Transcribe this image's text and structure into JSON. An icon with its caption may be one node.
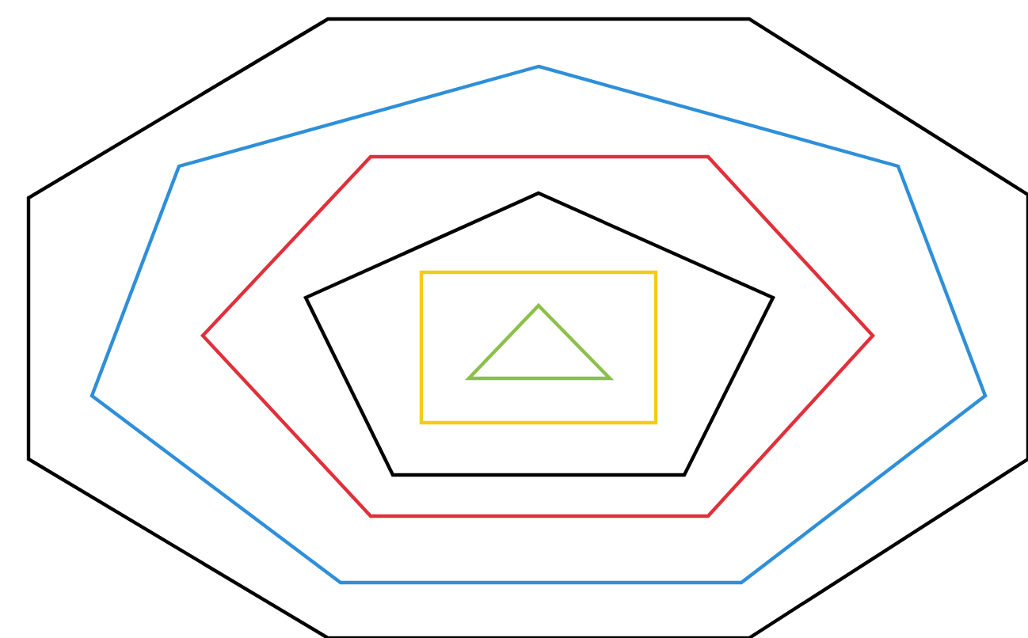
{
  "diagram": {
    "nodes": [
      {
        "text": [],
        "shape": "octagon"
      },
      {
        "text": [],
        "shape": "heptagon",
        "in": 0
      },
      {
        "text": [],
        "shape": "hexagon",
        "in": 1
      },
      {
        "text": [],
        "shape": "pentagon",
        "in": 2
      },
      {
        "text": [],
        "shape": "box",
        "in": 3
      },
      {
        "text": [],
        "shape": "triangle",
        "in": 4
      }
    ]
  }
}
